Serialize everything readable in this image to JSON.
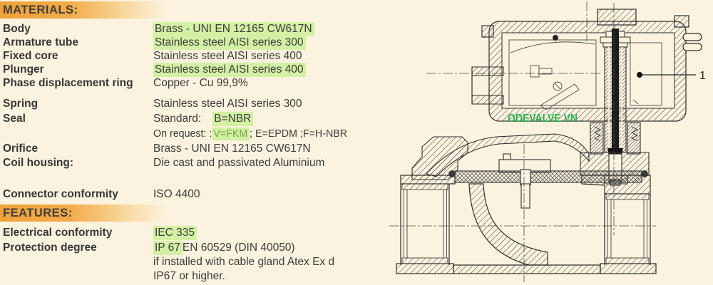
{
  "materials": {
    "title": "MATERIALS:",
    "rows": [
      {
        "label": "Body",
        "value": "Brass - UNI EN 12165 CW617N"
      },
      {
        "label": "Armature tube",
        "value": "Stainless steel AISI series 300"
      },
      {
        "label": "Fixed core",
        "value": "Stainless steel AISI series 400"
      },
      {
        "label": "Plunger",
        "value": "Stainless steel AISI series 400"
      },
      {
        "label": "Phase displacement ring",
        "value": "Copper - Cu 99,9%"
      },
      {
        "label": "Spring",
        "value": "Stainless steel AISI series 300"
      },
      {
        "label": "Seal",
        "value_prefix": "Standard:",
        "value_highlight": "B=NBR"
      },
      {
        "label": "",
        "value_prefix": "On request: :",
        "value_highlight": "V=FKM",
        "value_suffix": "; E=EPDM ;F=H-NBR"
      },
      {
        "label": "Orifice",
        "value": "Brass - UNI EN 12165 CW617N"
      },
      {
        "label": "Coil housing:",
        "value": "Die cast and passivated Aluminium"
      },
      {
        "label": "Connector conformity",
        "value": "ISO 4400"
      }
    ]
  },
  "features": {
    "title": "FEATURES:",
    "rows": [
      {
        "label": "Electrical conformity",
        "value_highlight": "IEC 335"
      },
      {
        "label": "Protection degree",
        "value_highlight": "IP 67",
        "value_suffix": " EN 60529 (DIN 40050)"
      },
      {
        "label": "",
        "value": "if installed with cable gland Atex Ex d"
      },
      {
        "label": "",
        "value": "IP67 or higher."
      }
    ]
  },
  "diagram": {
    "watermark": "ODEVALVE.VN",
    "callout": "1"
  },
  "colors": {
    "background": "#fbf3df",
    "header_orange": "#f0a23a",
    "highlight_green": "#d3f0a4",
    "highlight_text_green": "#7aa441",
    "watermark_green": "#2db153",
    "line": "#2e2e2e"
  }
}
